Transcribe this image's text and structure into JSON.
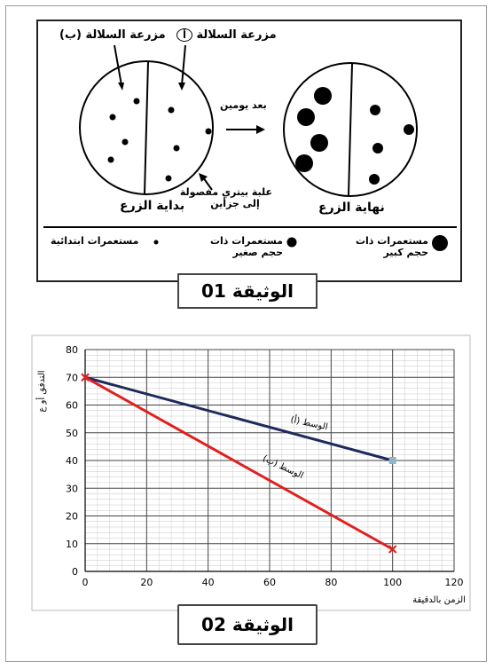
{
  "document1": {
    "label": "الوثيقة 01",
    "strain_a": "مزرعة السلالة",
    "strain_a_letter": "أ",
    "strain_b": "مزرعة السلالة",
    "strain_b_letter": "ب",
    "after_two_days": "بعد يومين",
    "box_line1": "علبة بيتري مفصولة",
    "box_line2": "إلى جزأين",
    "start": "بداية الزرع",
    "end": "نهاية الزرع",
    "legend": [
      {
        "line1": "مستعمرات ابتدائية",
        "line2": ""
      },
      {
        "line1": "مستعمرات ذات",
        "line2": "حجم صغير"
      },
      {
        "line1": "مستعمرات ذات",
        "line2": "حجم كبير"
      }
    ]
  },
  "document2": {
    "label": "الوثيقة 02"
  },
  "chart_data": {
    "type": "line",
    "xlabel": "الزمن بالدقيقة",
    "ylabel": "التدفق أو ع",
    "xlim": [
      0,
      120
    ],
    "ylim": [
      0,
      80
    ],
    "xticks": [
      0,
      20,
      40,
      60,
      80,
      100,
      120
    ],
    "yticks": [
      0,
      10,
      20,
      30,
      40,
      50,
      60,
      70,
      80
    ],
    "grid": true,
    "series": [
      {
        "name": "الوسط (أ)",
        "x": [
          0,
          100
        ],
        "y": [
          70,
          40
        ],
        "color": "#1f2a5c",
        "marker_color": "#8fb3c9"
      },
      {
        "name": "الوسط (ب)",
        "x": [
          0,
          100
        ],
        "y": [
          70,
          8
        ],
        "color": "#e02020",
        "marker_color": "#e02020"
      }
    ]
  }
}
